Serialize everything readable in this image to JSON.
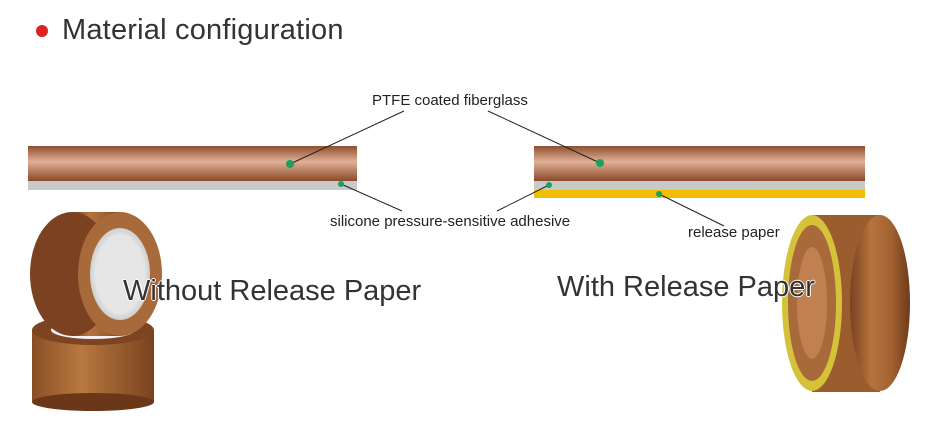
{
  "title": "Material configuration",
  "labels": {
    "ptfe": "PTFE coated fiberglass",
    "adhesive": "silicone pressure-sensitive adhesive",
    "release": "release paper",
    "without": "Without Release Paper",
    "with": "With Release Paper"
  },
  "colors": {
    "bullet": "#e02020",
    "ptfe_layer": "#b8714c",
    "adhesive_layer": "#c9c9c9",
    "release_layer": "#f0c000",
    "marker": "#1aa15a"
  }
}
